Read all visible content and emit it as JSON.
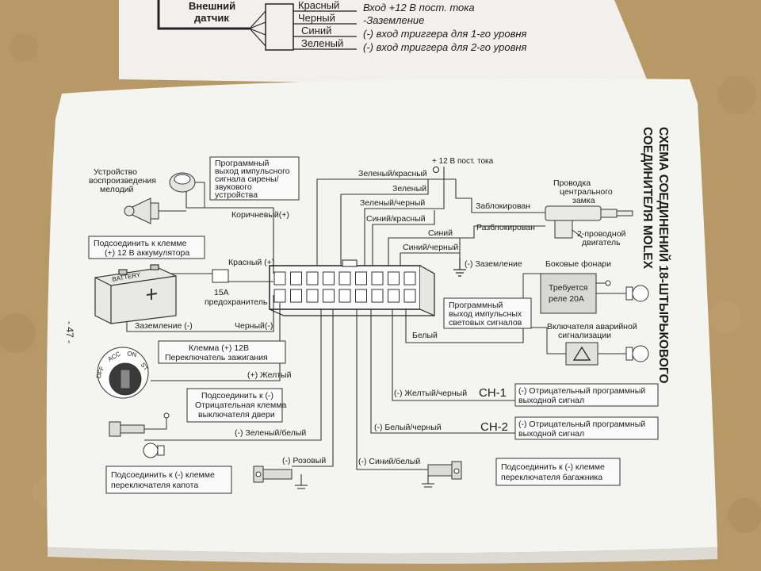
{
  "top_page": {
    "sensor_label": [
      "Внешний",
      "датчик"
    ],
    "wires": [
      {
        "color": "Красный",
        "desc": "Вход +12 В пост. тока"
      },
      {
        "color": "Черный",
        "desc": "-Заземление"
      },
      {
        "color": "Синий",
        "desc": "(-) вход триггера для 1-го уровня"
      },
      {
        "color": "Зеленый",
        "desc": "(-) вход триггера для 2-го уровня"
      }
    ]
  },
  "page_number": "- 47 -",
  "title": [
    "СХЕМА СОЕДИНЕНИЙ 18-ШТЫРЬКОВОГО",
    "СОЕДИНИТЕЛЯ MOLEX"
  ],
  "boxes": {
    "siren_program": [
      "Программный",
      "выход импульсного",
      "сигнала сирены/",
      "звукового",
      "устройства"
    ],
    "battery_connect": [
      "Подсоединить к клемме",
      "(+) 12 В аккумулятора"
    ],
    "ignition": [
      "Клемма (+) 12В",
      "Переключатель зажигания"
    ],
    "door": [
      "Подсоединить к (-)",
      "Отрицательная клемма",
      "выключателя двери"
    ],
    "hood": [
      "Подсоединить к (-) клемме",
      "переключателя капота"
    ],
    "light_program": [
      "Программный",
      "выход импульсных",
      "световых сигналов"
    ],
    "ch1": [
      "(-) Отрицательный программный",
      "выходной сигнал"
    ],
    "ch2": [
      "(-) Отрицательный программный",
      "выходной сигнал"
    ],
    "trunk": [
      "Подсоединить к (-) клемме",
      "переключателя багажника"
    ],
    "relay": [
      "Требуется",
      "реле 20А"
    ]
  },
  "labels": {
    "melody_device": [
      "Устройство",
      "воспроизведения",
      "мелодий"
    ],
    "brown": "Коричневый(+)",
    "red_plus": "Красный (+)",
    "fuse": [
      "15A",
      "предохранитель"
    ],
    "ground_minus": "Заземление (-)",
    "black_minus": "Черный(-)",
    "yellow_plus": "(+) Желтый",
    "green_white": "(-) Зеленый/белый",
    "pink": "(-) Розовый",
    "blue_white": "(-) Синий/белый",
    "white_black": "(-) Белый/черный",
    "yellow_black": "(-) Желтый/черный",
    "ch1_tag": "CH-1",
    "ch2_tag": "CH-2",
    "white": "Белый",
    "plus12": "+ 12 В пост. тока",
    "green_red": "Зеленый/красный",
    "green": "Зеленый",
    "green_black": "Зеленый/черный",
    "blue_red": "Синий/красный",
    "blue": "Синий",
    "blue_black": "Синий/черный",
    "ground_label": "(-) Заземление",
    "locked": "Заблокирован",
    "unlocked": "Разблокирован",
    "central_lock": [
      "Проводка",
      "центрального",
      "замка"
    ],
    "two_wire_motor": [
      "2-проводной",
      "двигатель"
    ],
    "side_lights": "Боковые фонари",
    "hazard_switch": [
      "Включателя аварийной",
      "сигнализации"
    ],
    "battery_word": "BATTERY",
    "ign_positions": [
      "OFF",
      "ACC",
      "ON",
      "ST"
    ]
  }
}
